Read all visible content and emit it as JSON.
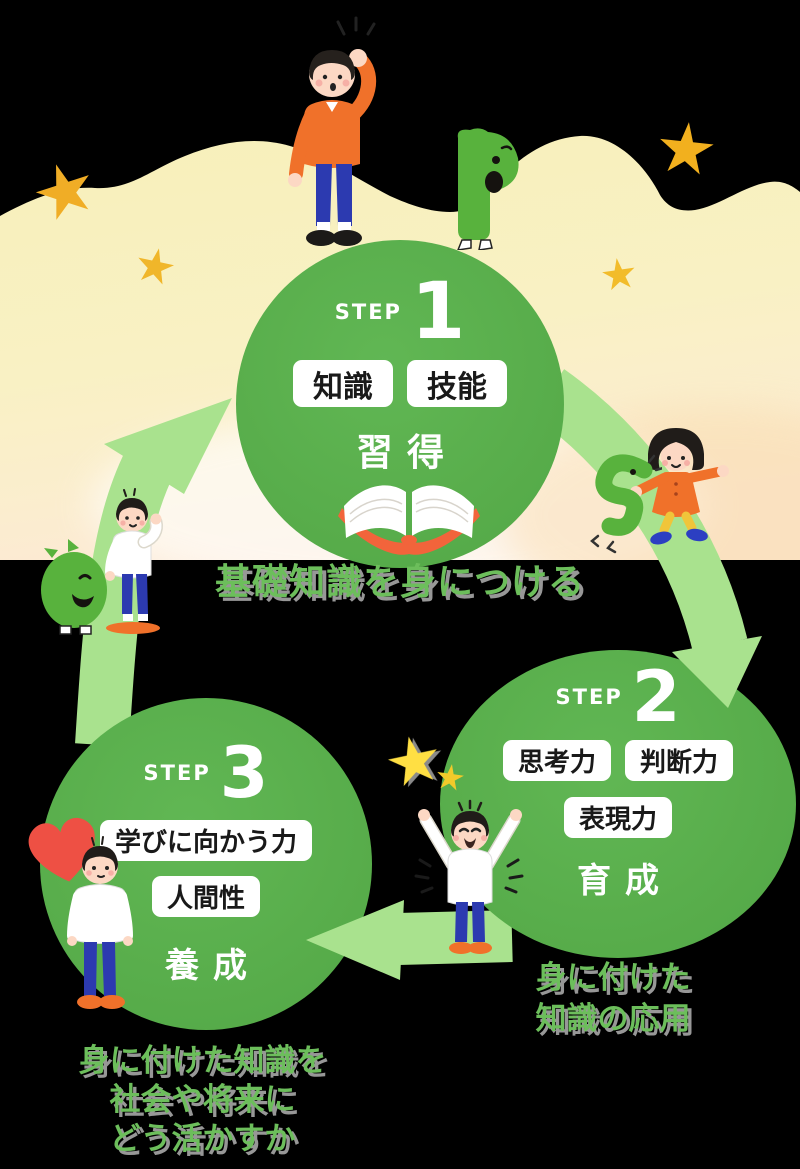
{
  "diagram": {
    "type": "cycle",
    "steps": [
      {
        "label": "STEP",
        "number": "1",
        "tags": [
          "知識",
          "技能"
        ],
        "verb": "習得"
      },
      {
        "label": "STEP",
        "number": "2",
        "tags": [
          "思考力",
          "判断力",
          "表現力"
        ],
        "verb": "育成"
      },
      {
        "label": "STEP",
        "number": "3",
        "tags": [
          "学びに向かう力",
          "人間性"
        ],
        "verb": "養成"
      }
    ],
    "captions": [
      {
        "id": "after-step1",
        "lines": [
          "基礎知識を身につける"
        ]
      },
      {
        "id": "after-step2",
        "lines": [
          "身に付けた",
          "知識の応用"
        ]
      },
      {
        "id": "after-step3",
        "lines": [
          "身に付けた知識を",
          "社会や将来に",
          "どう活かすか"
        ]
      }
    ]
  },
  "colors": {
    "background": "#000000",
    "cloud_cream": "#f8f1c0",
    "cloud_warm": "#f9d9a8",
    "circle_green": "#58ad4b",
    "arrow_light_green": "#a9e28e",
    "caption_green": "#6cbe5b",
    "caption_shadow": "#979797",
    "tag_background": "#ffffff",
    "tag_text": "#191919",
    "star_gold": "#f0b02a",
    "star_bright": "#ffdf43",
    "clothing_orange": "#f0712a",
    "jeans_blue": "#2c3ab0",
    "mascot_green": "#58b23d",
    "heart_red": "#ee5044",
    "book_cover_orange": "#f2643b",
    "skin": "#fcd8c4"
  },
  "illustrations": {
    "man_top": "man-shielding-eyes",
    "p_mascot": "green-p-mascot",
    "girl": "girl-in-orange-dress",
    "caterpillar": "green-caterpillar-mascot",
    "skateboard_boy": "boy-on-skateboard",
    "blob": "green-blob-mascot",
    "cheering_boy": "boy-cheering",
    "standing_boy": "boy-with-heart",
    "heart": "red-heart",
    "book": "open-book",
    "stars": "gold-stars"
  }
}
